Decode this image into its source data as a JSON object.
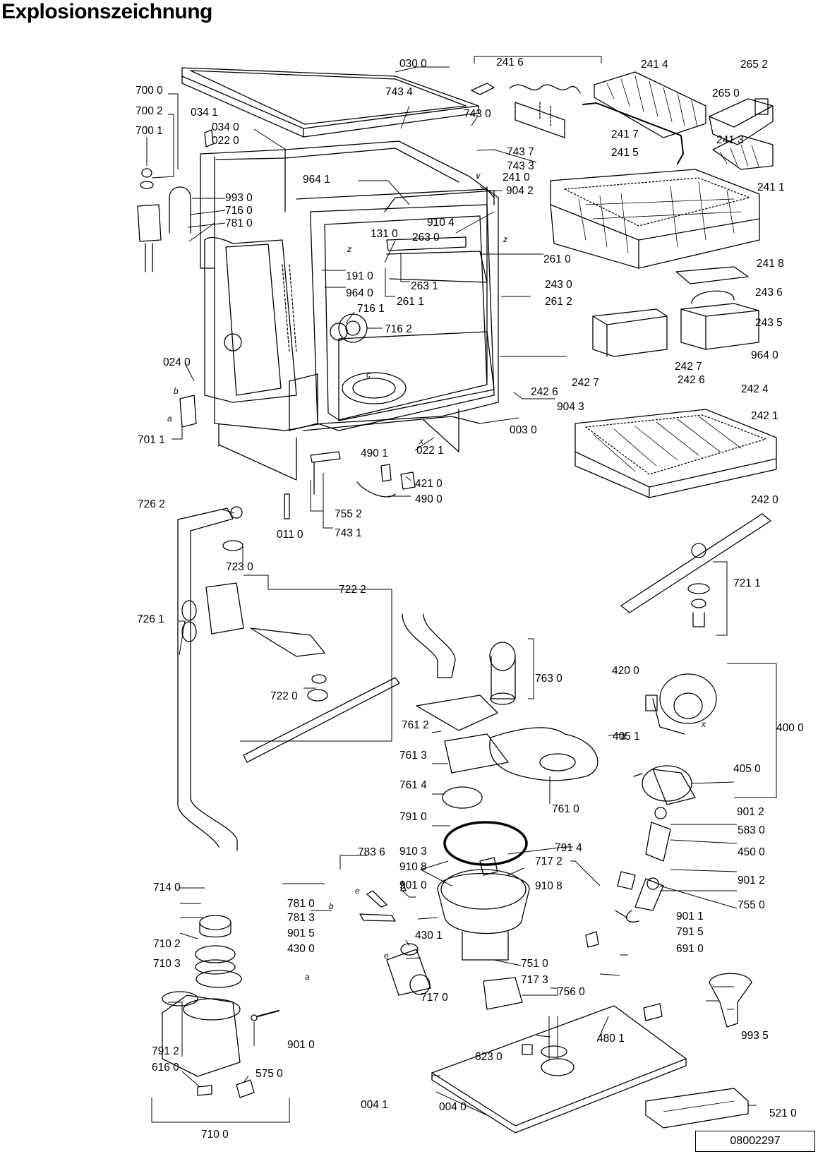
{
  "title": "Explosionszeichnung",
  "document_number": "08002297",
  "small_marks": [
    "z",
    "z",
    "c",
    "b",
    "a",
    "x",
    "x",
    "d",
    "e",
    "e",
    "b",
    "a",
    "∨"
  ],
  "part_labels": [
    "030 0",
    "241 6",
    "241 4",
    "265 2",
    "700 0",
    "743 4",
    "743 0",
    "265 0",
    "700 2",
    "034 1",
    "034 0",
    "022 0",
    "241 7",
    "241 5",
    "241 3",
    "743 7",
    "743 3",
    "241 0",
    "241 1",
    "700 1",
    "964 1",
    "904 2",
    "993 0",
    "716 0",
    "781 0",
    "910 4",
    "131 0",
    "263 0",
    "261 0",
    "241 8",
    "191 0",
    "964 0",
    "263 1",
    "261 1",
    "243 0",
    "243 6",
    "261 2",
    "716 1",
    "716 2",
    "243 5",
    "964 0",
    "024 0",
    "242 6",
    "242 7",
    "242 7",
    "242 4",
    "242 6",
    "904 3",
    "242 1",
    "003 0",
    "701 1",
    "490 1",
    "022 1",
    "421 0",
    "490 0",
    "242 0",
    "726 2",
    "755 2",
    "011 0",
    "743 1",
    "723 0",
    "722 2",
    "721 1",
    "726 1",
    "763 0",
    "722 0",
    "420 0",
    "400 0",
    "761 2",
    "405 1",
    "761 3",
    "405 0",
    "761 4",
    "761 0",
    "901 2",
    "791 0",
    "583 0",
    "791 4",
    "450 0",
    "910 3",
    "717 2",
    "783 6",
    "910 8",
    "910 8",
    "901 2",
    "901 0",
    "755 0",
    "714 0",
    "781 0",
    "781 3",
    "901 1",
    "430 1",
    "791 5",
    "710 2",
    "901 5",
    "430 0",
    "751 0",
    "691 0",
    "710 3",
    "717 3",
    "756 0",
    "717 0",
    "901 0",
    "480 1",
    "993 5",
    "623 0",
    "791 2",
    "616 0",
    "575 0",
    "004 1",
    "004 0",
    "521 0",
    "710 0"
  ],
  "colors": {
    "ink": "#000000",
    "paper": "#ffffff"
  }
}
